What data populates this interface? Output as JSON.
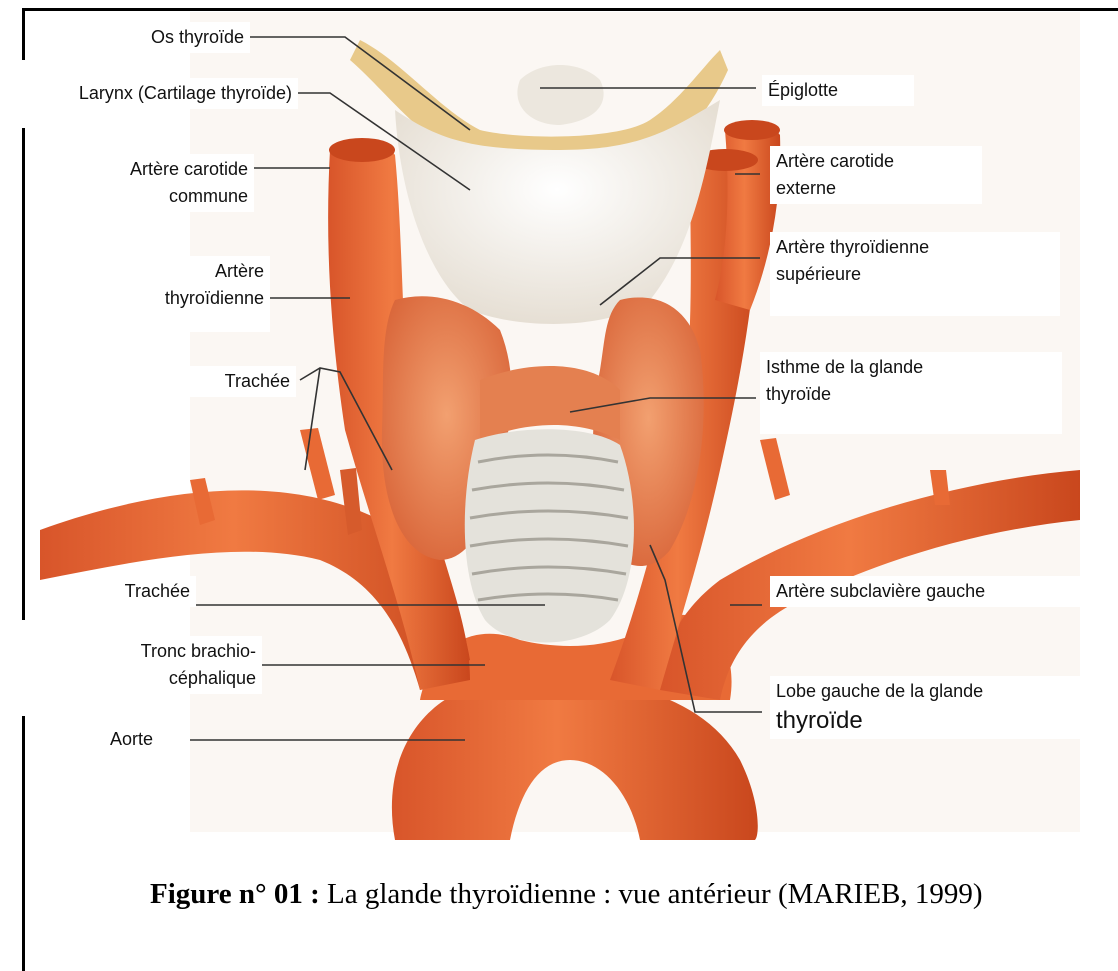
{
  "labels": {
    "os_thyroide": "Os thyroïde",
    "larynx": "Larynx (Cartilage thyroïde)",
    "carotide_commune": [
      "Artère carotide",
      "commune"
    ],
    "thyroidienne_inf": [
      "Artère",
      "thyroïdienne"
    ],
    "trachee_top": "Trachée",
    "trachee_bottom": "Trachée",
    "tronc": [
      "Tronc brachio-",
      "céphalique"
    ],
    "aorte": "Aorte",
    "epiglotte": "Épiglotte",
    "carotide_externe": [
      "Artère  carotide",
      "externe"
    ],
    "thyroidienne_sup": [
      "Artère thyroïdienne",
      "supérieure"
    ],
    "isthme": [
      "Isthme de la glande",
      "thyroïde"
    ],
    "subclaviere": "Artère subclavière gauche",
    "lobe_gauche": [
      "Lobe gauche de la glande",
      "thyroïde"
    ]
  },
  "caption": {
    "prefix": "Figure n° 01 :",
    "text": " La glande thyroïdienne : vue antérieur (MARIEB, 1999)"
  },
  "colors": {
    "artery": "#e86a35",
    "artery_dark": "#c84a1e",
    "cartilage": "#f1ece3",
    "thyroid": "#df7845",
    "trachea_ring": "#e2e0d8",
    "hyoid": "#e8c98a"
  }
}
